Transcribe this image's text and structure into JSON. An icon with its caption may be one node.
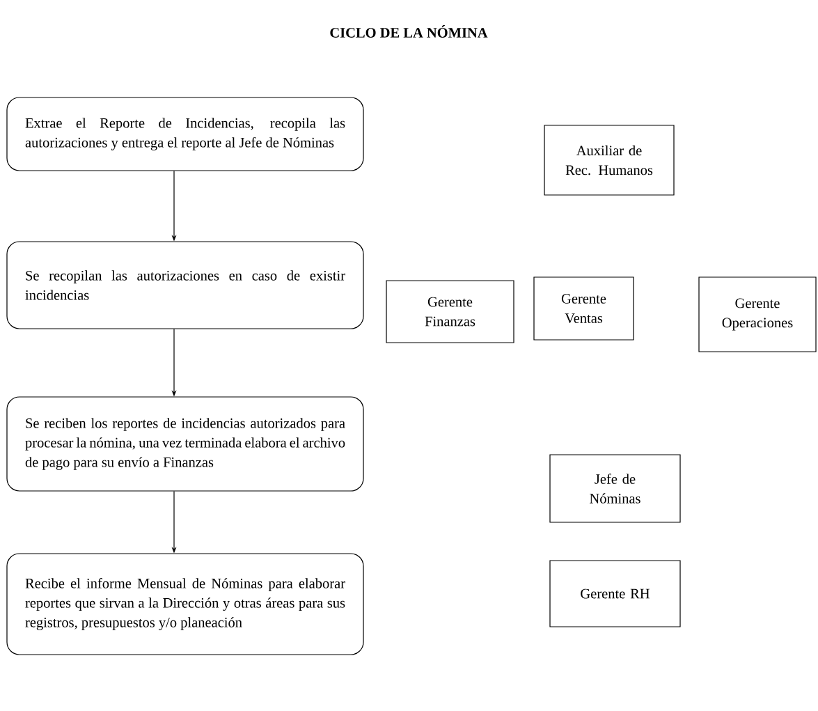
{
  "diagram": {
    "title": "CICLO DE LA NÓMINA",
    "nodes": [
      {
        "text": [
          "Extrae el Reporte de Incidencias, recopila las autorizaciones y entrega el reporte al Jefe de Nóminas"
        ]
      },
      {
        "text": [
          "Se recopilan las autorizaciones en caso de existir incidencias"
        ]
      },
      {
        "text": [
          "Se reciben los reportes de incidencias autorizados para procesar la nómina, una vez terminada elabora el archivo de pago para su envío a Finanzas"
        ]
      },
      {
        "text": [
          "Recibe el informe Mensual de Nóminas para elaborar reportes que sirvan a la Dirección y otras áreas para sus registros, presupuestos y/o planeación"
        ]
      },
      {
        "text": [
          "Auxiliar de Rec. Humanos"
        ]
      },
      {
        "text": [
          "Gerente Finanzas"
        ]
      },
      {
        "text": [
          "Gerente Ventas"
        ]
      },
      {
        "text": [
          "Gerente Operaciones"
        ]
      },
      {
        "text": [
          "Jefe de Nóminas"
        ]
      },
      {
        "text": [
          "Gerente RH"
        ]
      }
    ],
    "edges": [
      {
        "from": 0,
        "to": 1,
        "arrow": "to"
      },
      {
        "from": 1,
        "to": 2,
        "arrow": "to"
      },
      {
        "from": 2,
        "to": 3,
        "arrow": "to"
      }
    ]
  }
}
